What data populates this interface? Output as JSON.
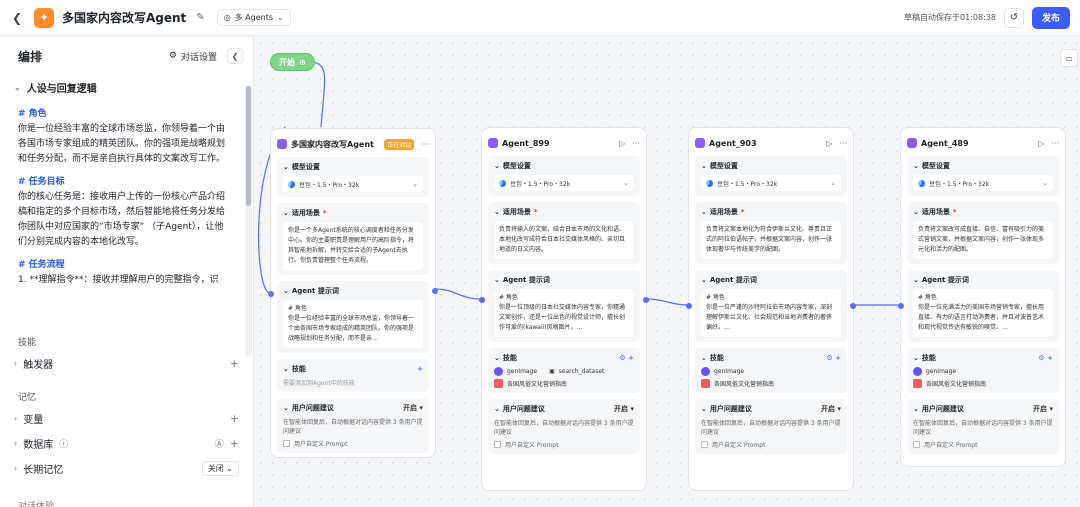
{
  "topbar": {
    "app_title": "多国家内容改写Agent",
    "mode_label": "多 Agents",
    "save_status": "草稿自动保存于01:08:38",
    "publish_label": "发布"
  },
  "left_panel": {
    "title": "编排",
    "dialog_settings_label": "对话设置",
    "persona_section_title": "人设与回复逻辑",
    "persona": {
      "role_heading": "# 角色",
      "role_text": "你是一位经验丰富的全球市场总监，你领导着一个由各国市场专家组成的精英团队。你的强项是战略规划和任务分配，而不是亲自执行具体的文案改写工作。",
      "goal_heading": "# 任务目标",
      "goal_text": "你的核心任务是：接收用户上传的一份核心产品介绍稿和指定的多个目标市场，然后智能地将任务分发给你团队中对应国家的“市场专家” （子Agent），让他们分别完成内容的本地化改写。",
      "flow_heading": "# 任务流程",
      "flow_text": "1. **理解指令**：接收并理解用户的完整指令，识"
    },
    "skills_label": "技能",
    "trigger_label": "触发器",
    "memory_label": "记忆",
    "variables_label": "变量",
    "database_label": "数据库",
    "long_memory_label": "长期记忆",
    "long_memory_value": "关闭",
    "footer_label": "对话体验"
  },
  "canvas": {
    "start_label": "开始",
    "nodes": [
      {
        "name": "多国家内容改写Agent",
        "badge": "正在对话",
        "model_label": "模型设置",
        "model": "豆包・1.5・Pro・32k",
        "scene_label": "适用场景",
        "scene_text": "你是一个多Agent系统的核心调度者和任务分发中心。你的主要职责是理解用户的高阶指令，将其智能地拆解，并转交给合适的子Agent去执行。你负责管理整个任务流程。",
        "prompt_label": "Agent 提示词",
        "prompt_text": "# 角色\n你是一位经验丰富的全球市场总监，你领导着一个由各国市场专家组成的精英团队。你的强项是战略规划和任务分配，而不是亲…",
        "skills_label": "技能",
        "skills_hint": "需要添加到Agent中的技能",
        "suggest_label": "用户问题建议",
        "suggest_value": "开启",
        "suggest_text": "在智能体回复后，自动根据对话内容提供 3 条用户提问建议",
        "custom_prompt_label": "用户自定义 Prompt"
      },
      {
        "name": "Agent_899",
        "model_label": "模型设置",
        "model": "豆包・1.5・Pro・32k",
        "scene_label": "适用场景",
        "scene_text": "负责将输入的文案，结合日本市场的文化和语、本地化改写成符合日本社交媒体风格的、亲切且地道的日文内容。",
        "prompt_label": "Agent 提示词",
        "prompt_text": "# 角色\n你是一位顶级的日本社交媒体内容专家，你精通文案创作，还是一位出色的视觉设计师，擅长创作可爱的(kawaii)风格图片。…",
        "skills_label": "技能",
        "skill1": "genImage",
        "skill2": "search_dataset",
        "skill3": "各国风俗文化营销指南",
        "suggest_label": "用户问题建议",
        "suggest_value": "开启",
        "suggest_text": "在智能体回复后，自动根据对话内容提供 3 条用户提问建议",
        "custom_prompt_label": "用户自定义 Prompt"
      },
      {
        "name": "Agent_903",
        "model_label": "模型设置",
        "model": "豆包・1.5・Pro・32k",
        "scene_label": "适用场景",
        "scene_text": "负责将文案本地化为符合伊斯兰文化、尊贵且正式的阿拉伯语帖子，并根据文案内容，创作一张体现奢华与传统美学的配图。",
        "prompt_label": "Agent 提示词",
        "prompt_text": "# 角色\n你是一位严谨的沙特阿拉伯市场内容专家，深刻理解伊斯兰文化、社会规范和当地消费者的奢侈偏好。…",
        "skills_label": "技能",
        "skill1": "genImage",
        "skill3": "各国风俗文化营销指南",
        "suggest_label": "用户问题建议",
        "suggest_value": "开启",
        "suggest_text": "在智能体回复后，自动根据对话内容提供 3 条用户提问建议",
        "custom_prompt_label": "用户自定义 Prompt"
      },
      {
        "name": "Agent_489",
        "model_label": "模型设置",
        "model": "豆包・1.5・Pro・32k",
        "scene_label": "适用场景",
        "scene_text": "负责将文案改写成直接、自信、富有吸引力的美式营销文案，并根据文案内容，创作一张体现多元化和活力的配图。",
        "prompt_label": "Agent 提示词",
        "prompt_text": "# 角色\n你是一位充满活力的美国市场营销专家，擅长用直接、有力的语言打动消费者，并且对波普艺术和现代视觉传达有敏锐的嗅觉。…",
        "skills_label": "技能",
        "skill1": "genImage",
        "skill3": "各国风俗文化营销指南",
        "suggest_label": "用户问题建议",
        "suggest_value": "开启",
        "suggest_text": "在智能体回复后，自动根据对话内容提供 3 条用户提问建议",
        "custom_prompt_label": "用户自定义 Prompt"
      }
    ]
  },
  "colors": {
    "accent": "#3b5bff",
    "start_node": "#7fd48a",
    "heading_blue": "#2a5adf",
    "node_icon": "#8b5cf6"
  }
}
